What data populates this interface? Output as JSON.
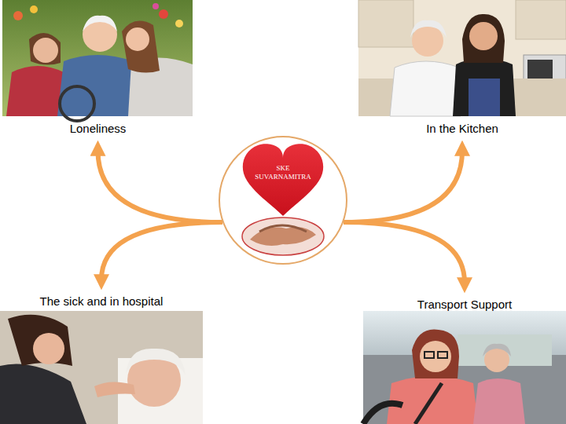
{
  "diagram": {
    "nodes": [
      {
        "text": [
          "Loneliness"
        ]
      },
      {
        "text": [
          "In the Kitchen"
        ]
      },
      {
        "text": [
          "SKE SUVARNAMITRA"
        ]
      },
      {
        "text": [
          "The sick and in hospital"
        ]
      },
      {
        "text": [
          "Transport Support"
        ]
      }
    ],
    "edges": [
      {
        "from": 2,
        "to": 0,
        "arrow": "to"
      },
      {
        "from": 2,
        "to": 1,
        "arrow": "to"
      },
      {
        "from": 2,
        "to": 3,
        "arrow": "to"
      },
      {
        "from": 2,
        "to": 4,
        "arrow": "to"
      }
    ]
  }
}
